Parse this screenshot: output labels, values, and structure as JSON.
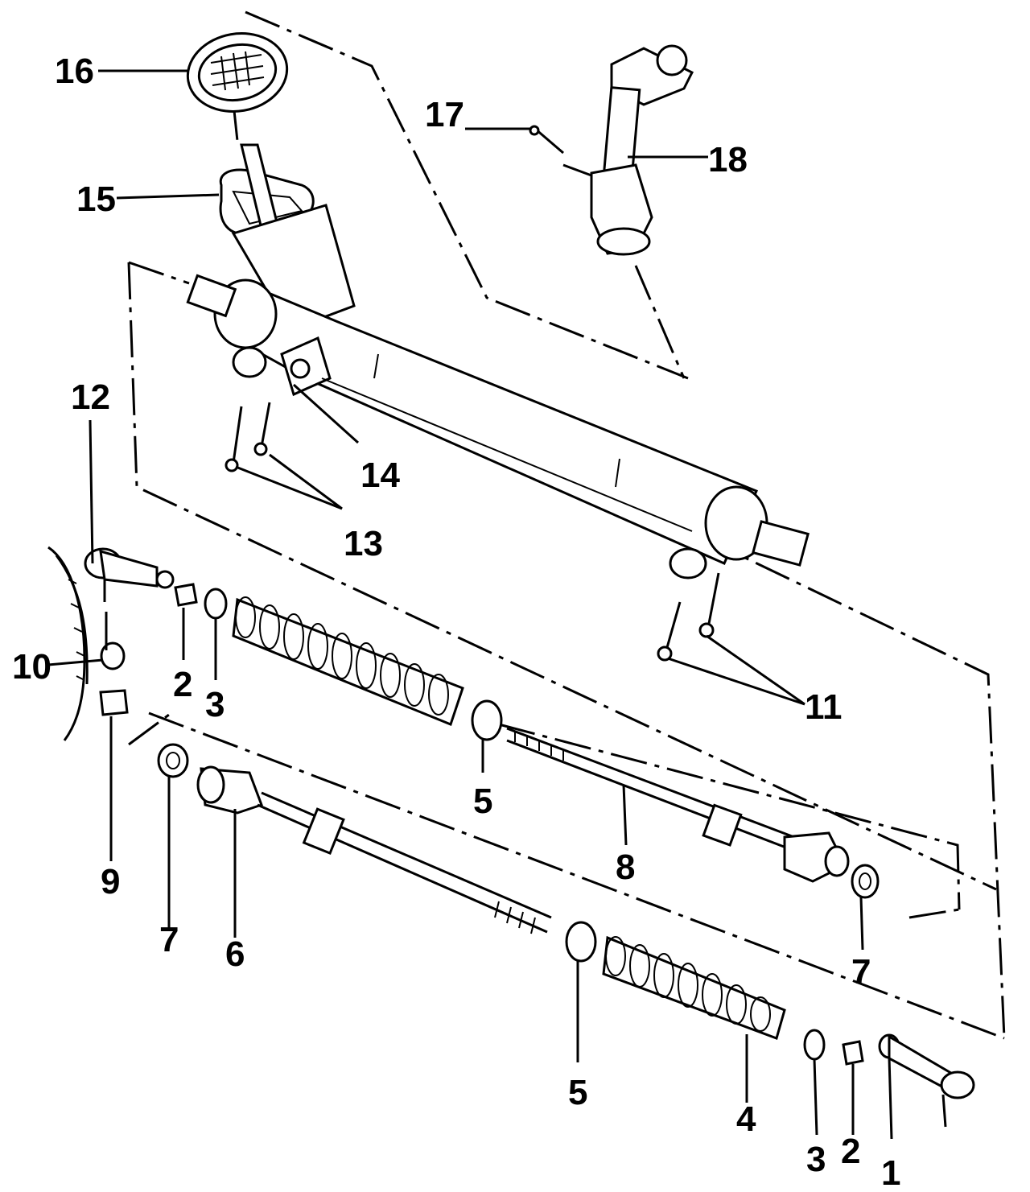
{
  "callouts": {
    "c1": "1",
    "c2a": "2",
    "c2b": "2",
    "c3a": "3",
    "c3b": "3",
    "c4": "4",
    "c5a": "5",
    "c5b": "5",
    "c6": "6",
    "c7a": "7",
    "c7b": "7",
    "c8": "8",
    "c9": "9",
    "c10": "10",
    "c11": "11",
    "c12": "12",
    "c13": "13",
    "c14": "14",
    "c15": "15",
    "c16": "16",
    "c17": "17",
    "c18": "18"
  }
}
